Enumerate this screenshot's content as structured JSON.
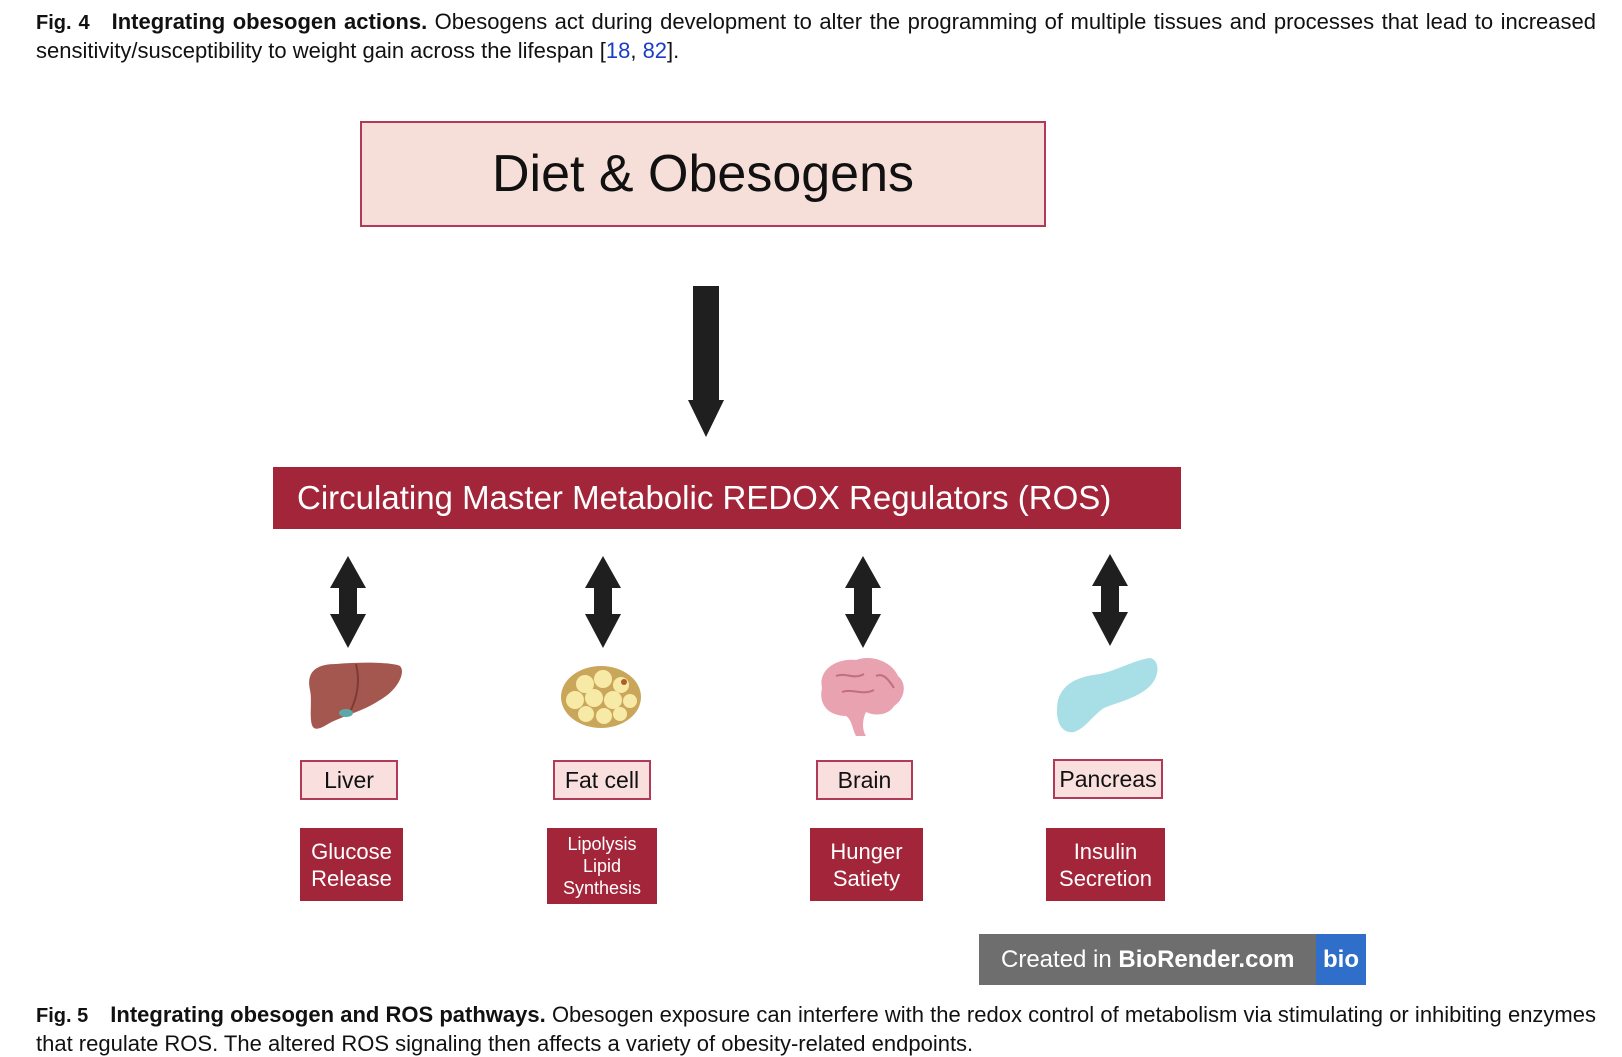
{
  "fig4_caption": {
    "label": "Fig. 4",
    "title": "Integrating obesogen actions.",
    "text_before_refs": "Obesogens act during development to alter the programming of multiple tissues and processes that lead to increased sensitivity/susceptibility to weight gain across the lifespan [",
    "ref1": "18",
    "sep": ", ",
    "ref2": "82",
    "text_after_refs": "]."
  },
  "figure": {
    "top_box": "Diet & Obesogens",
    "ros_bar": "Circulating Master Metabolic REDOX Regulators (ROS)",
    "organs": [
      {
        "label": "Liver",
        "effect": "Glucose Release",
        "effect_lines": [
          "Glucose",
          "Release"
        ],
        "icon": "liver-icon",
        "color": "#a4574e"
      },
      {
        "label": "Fat cell",
        "effect": "Lipolysis Lipid Synthesis",
        "effect_lines": [
          "Lipolysis",
          "Lipid",
          "Synthesis"
        ],
        "icon": "fat-cell-icon",
        "color": "#f1dd8a"
      },
      {
        "label": "Brain",
        "effect": "Hunger Satiety",
        "effect_lines": [
          "Hunger",
          "Satiety"
        ],
        "icon": "brain-icon",
        "color": "#e9a2b0"
      },
      {
        "label": "Pancreas",
        "effect": "Insulin Secretion",
        "effect_lines": [
          "Insulin",
          "Secretion"
        ],
        "icon": "pancreas-icon",
        "color": "#a8dfe6"
      }
    ],
    "colors": {
      "dark_red": "#a3253a",
      "pink_fill": "#f6dfd8",
      "border": "#b03a57"
    }
  },
  "watermark": {
    "created_in": "Created in ",
    "brand": "BioRender.com",
    "logo": "bio"
  },
  "fig5_caption": {
    "label": "Fig. 5",
    "title": "Integrating obesogen and ROS pathways.",
    "text": "Obesogen exposure can interfere with the redox control of metabolism via stimulating or inhibiting enzymes that regulate ROS. The altered ROS signaling then affects a variety of obesity-related endpoints."
  }
}
